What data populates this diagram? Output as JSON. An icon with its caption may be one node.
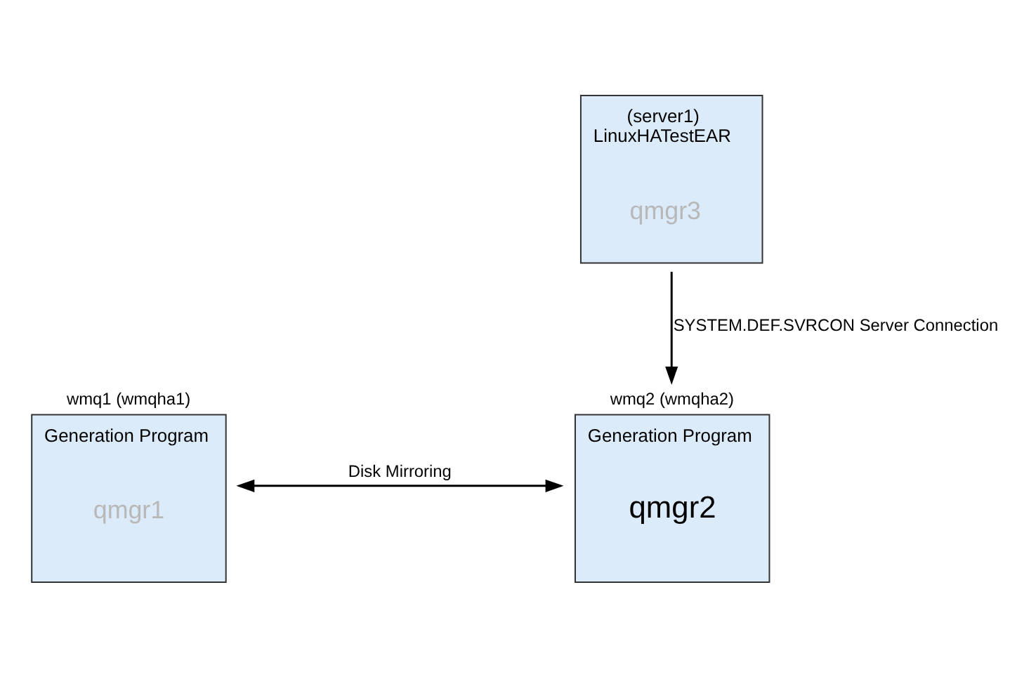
{
  "diagram": {
    "nodes": [
      {
        "text": [
          "wmq1 (wmqha1)",
          "Generation Program",
          "qmgr1"
        ]
      },
      {
        "text": [
          "wmq2 (wmqha2)",
          "Generation Program",
          "qmgr2"
        ]
      },
      {
        "text": [
          "(server1) LinuxHATestEAR",
          "qmgr3"
        ]
      }
    ],
    "edges": [
      {
        "from": 0,
        "to": 1,
        "arrow": "both",
        "label": "Disk Mirroring"
      },
      {
        "from": 2,
        "to": 1,
        "arrow": "to",
        "label": "SYSTEM.DEF.SVRCON Server Connection"
      }
    ]
  }
}
